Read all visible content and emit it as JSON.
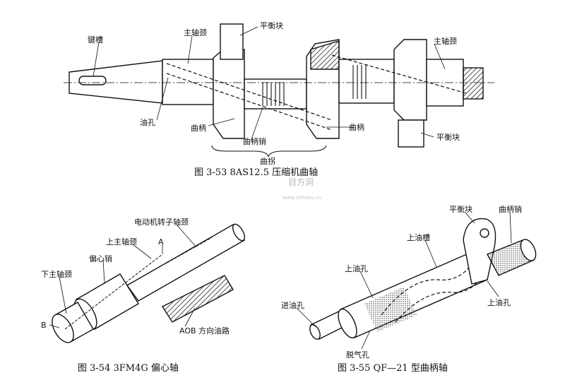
{
  "fig53": {
    "labels": {
      "keyway": "键槽",
      "main_journal_left": "主轴颈",
      "counterweight_top": "平衡块",
      "main_journal_right": "主轴颈",
      "oil_hole": "油孔",
      "crank_left": "曲柄",
      "crank_pin": "曲柄销",
      "crank_right": "曲柄",
      "counterweight_bottom": "平衡块",
      "crank_throw": "曲拐"
    },
    "caption": "图 3-53    8AS12.5 压缩机曲轴"
  },
  "fig54": {
    "labels": {
      "rotor_journal": "电动机转子轴颈",
      "upper_main_journal": "上主轴颈",
      "point_a": "A",
      "eccentric_pin": "偏心销",
      "lower_main_journal": "下主轴颈",
      "point_b": "B",
      "aob_oil_path": "AOB 方向油路"
    },
    "caption": "图 3-54    3FM4G 偏心轴"
  },
  "fig55": {
    "labels": {
      "counterweight": "平衡块",
      "crank_pin": "曲柄销",
      "upper_oil_groove": "上油槽",
      "upper_oil_hole_left": "上油孔",
      "oil_inlet": "进油孔",
      "upper_oil_hole_right": "上油孔",
      "vent_hole": "脱气孔"
    },
    "caption": "图 3-55    QF—21 型曲柄轴"
  },
  "watermark": {
    "logo_text": "目方洞",
    "url_text": "www.zizhiwu.cn"
  }
}
